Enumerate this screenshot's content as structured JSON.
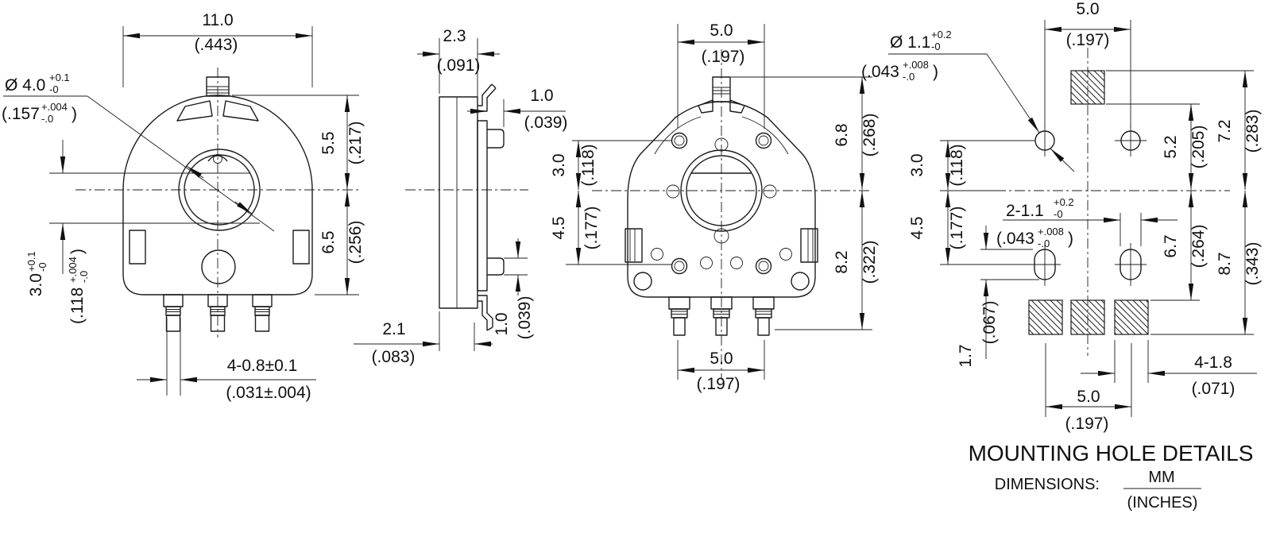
{
  "drawing": {
    "title": "MOUNTING HOLE DETAILS",
    "dimensions_label": "DIMENSIONS:",
    "units_numerator": "MM",
    "units_denominator": "(INCHES)",
    "line_color": "#1c1c1c",
    "background_color": "#ffffff"
  },
  "view1": {
    "width": {
      "mm": "11.0",
      "in": "(.443)"
    },
    "shaft_dia": {
      "mm": "Ø 4.0",
      "plus": "+0.1",
      "minus": "-0",
      "in": "(.157",
      "in_plus": "+.004",
      "in_minus": "-.0",
      "in_close": ")"
    },
    "upper_height": {
      "mm": "5.5",
      "in": "(.217)"
    },
    "lower_height": {
      "mm": "6.5",
      "in": "(.256)"
    },
    "flat_depth": {
      "mm": "3.0",
      "plus": "+0.1",
      "minus": "-0",
      "in": "(.118",
      "in_plus": "+.004",
      "in_minus": "-.0",
      "in_close": ")"
    },
    "terminal_width": {
      "mm": "4-0.8±0.1",
      "in": "(.031±.004)"
    }
  },
  "view2": {
    "thickness": {
      "mm": "2.3",
      "in": "(.091)"
    },
    "peg_offset": {
      "mm": "1.0",
      "in": "(.039)"
    },
    "tab_offset": {
      "mm": "2.1",
      "in": "(.083)"
    },
    "peg_height": {
      "mm": "1.0",
      "in": "(.039)"
    }
  },
  "view3": {
    "rivet_spacing_top": {
      "mm": "5.0",
      "in": "(.197)"
    },
    "upper_rivet_offset": {
      "mm": "3.0",
      "in": "(.118)"
    },
    "lower_rivet_offset": {
      "mm": "4.5",
      "in": "(.177)"
    },
    "shaft_height": {
      "mm": "6.8",
      "in": "(.268)"
    },
    "body_height": {
      "mm": "8.2",
      "in": "(.322)"
    },
    "terminal_spacing": {
      "mm": "5.0",
      "in": "(.197)"
    }
  },
  "view4": {
    "hole_dia": {
      "mm": "Ø 1.1",
      "plus": "+0.2",
      "minus": "-0",
      "in": "(.043",
      "in_plus": "+.008",
      "in_minus": "-.0",
      "in_close": ")"
    },
    "hole_spacing_top": {
      "mm": "5.0",
      "in": "(.197)"
    },
    "pad_top_offset": {
      "mm": "7.2",
      "in": "(.283)"
    },
    "pad_bottom_offset_upper": {
      "mm": "5.2",
      "in": "(.205)"
    },
    "upper_hole_offset": {
      "mm": "3.0",
      "in": "(.118)"
    },
    "lower_hole_offset": {
      "mm": "4.5",
      "in": "(.177)"
    },
    "slot_label": {
      "mm": "2-1.1",
      "plus": "+0.2",
      "minus": "-0",
      "in": "(.043",
      "in_plus": "+.008",
      "in_minus": "-.0",
      "in_close": ")"
    },
    "lower_pad_top_offset": {
      "mm": "6.7",
      "in": "(.264)"
    },
    "lower_pad_bottom_offset": {
      "mm": "8.7",
      "in": "(.343)"
    },
    "slot_height": {
      "mm": "1.7",
      "in": "(.067)"
    },
    "pad_width": {
      "mm": "4-1.8",
      "in": "(.071)"
    },
    "pad_spacing_bottom": {
      "mm": "5.0",
      "in": "(.197)"
    }
  }
}
